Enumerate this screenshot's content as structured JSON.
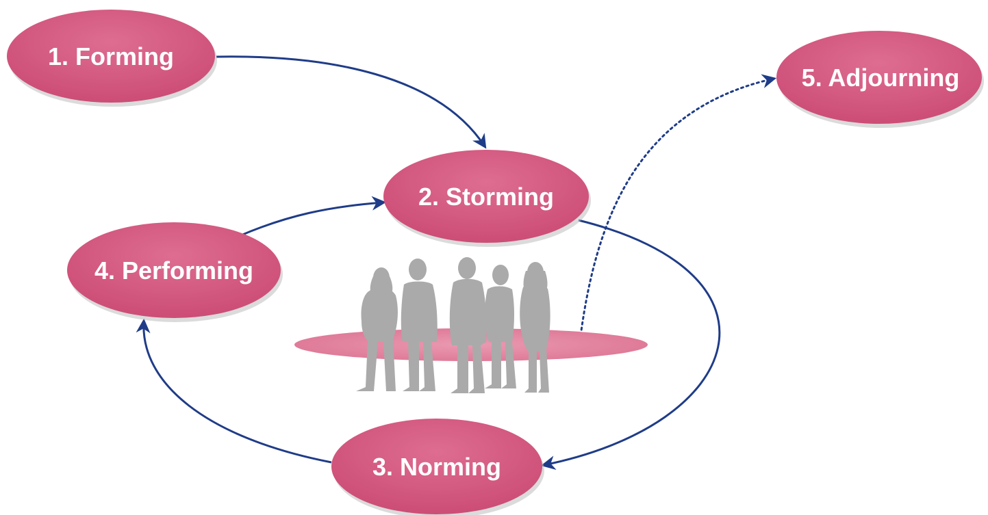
{
  "stages": [
    {
      "id": "forming",
      "label": "1. Forming"
    },
    {
      "id": "storming",
      "label": "2. Storming"
    },
    {
      "id": "norming",
      "label": "3. Norming"
    },
    {
      "id": "performing",
      "label": "4. Performing"
    },
    {
      "id": "adjourning",
      "label": "5. Adjourning"
    }
  ],
  "colors": {
    "node_fill": "#d4587f",
    "node_shadow": "#bdbdbd",
    "arrow": "#1f3c88",
    "platform": "#e48aa5",
    "people": "#aaaaaa",
    "text": "#ffffff"
  },
  "illustration": {
    "icon": "group-of-people-icon",
    "people_count": 5
  }
}
